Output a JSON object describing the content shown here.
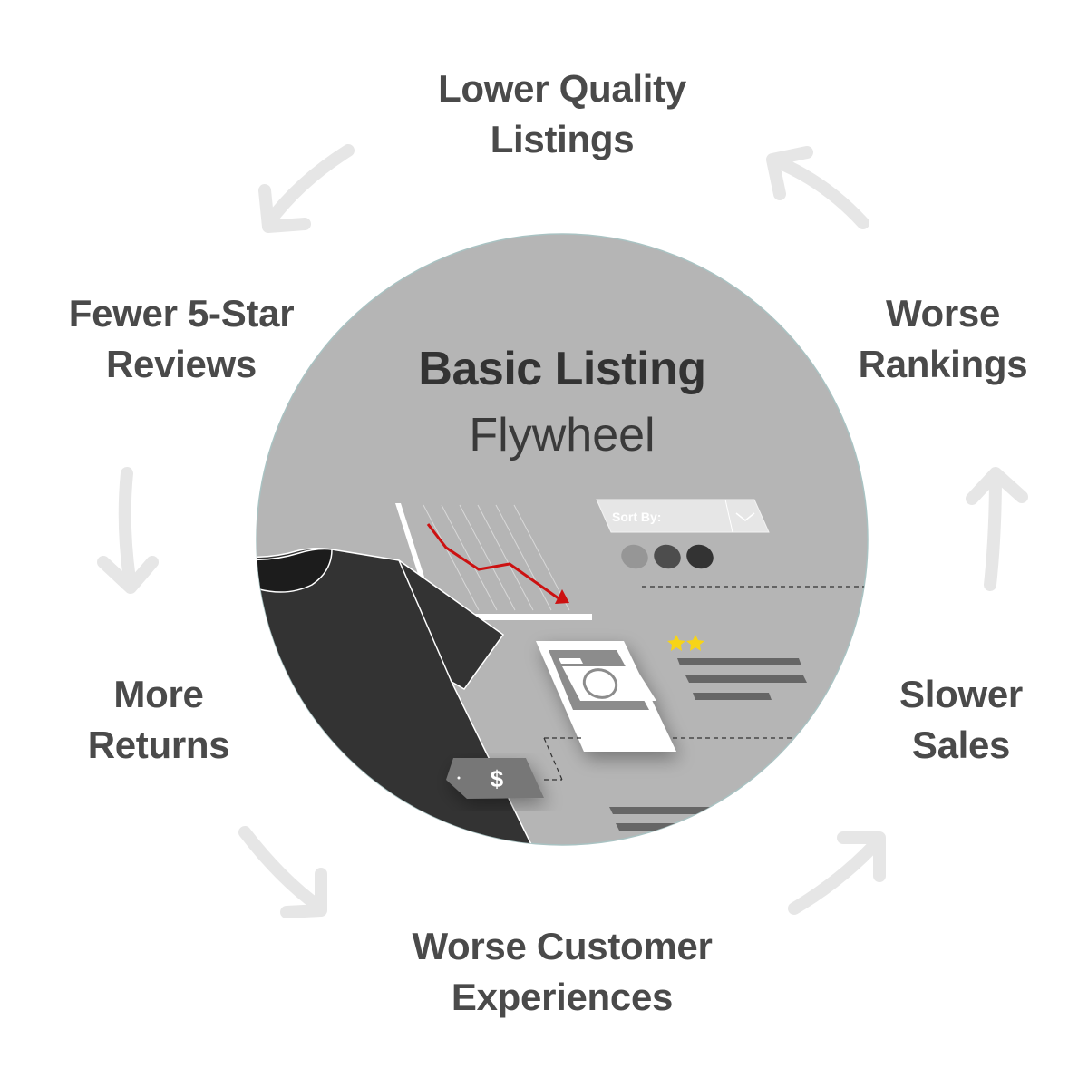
{
  "diagram": {
    "title": "Basic Listing",
    "subtitle": "Flywheel",
    "cycle": [
      {
        "lines": [
          "Lower Quality",
          "Listings"
        ]
      },
      {
        "lines": [
          "Worse",
          "Rankings"
        ]
      },
      {
        "lines": [
          "Slower",
          "Sales"
        ]
      },
      {
        "lines": [
          "Worse Customer",
          "Experiences"
        ]
      },
      {
        "lines": [
          "More",
          "Returns"
        ]
      },
      {
        "lines": [
          "Fewer 5-Star",
          "Reviews"
        ]
      }
    ],
    "cycle_direction": "counter-clockwise",
    "illustration": {
      "sort_label": "Sort By:",
      "price_tag_symbol": "$",
      "rating_stars": 2
    }
  },
  "colors": {
    "circle_fill": "#b5b5b5",
    "label_text": "#4a4a4a",
    "title_text": "#333333",
    "arrow": "#e6e6e6",
    "trend_line": "#cc1111",
    "star": "#f7d417",
    "shirt": "#333333"
  }
}
